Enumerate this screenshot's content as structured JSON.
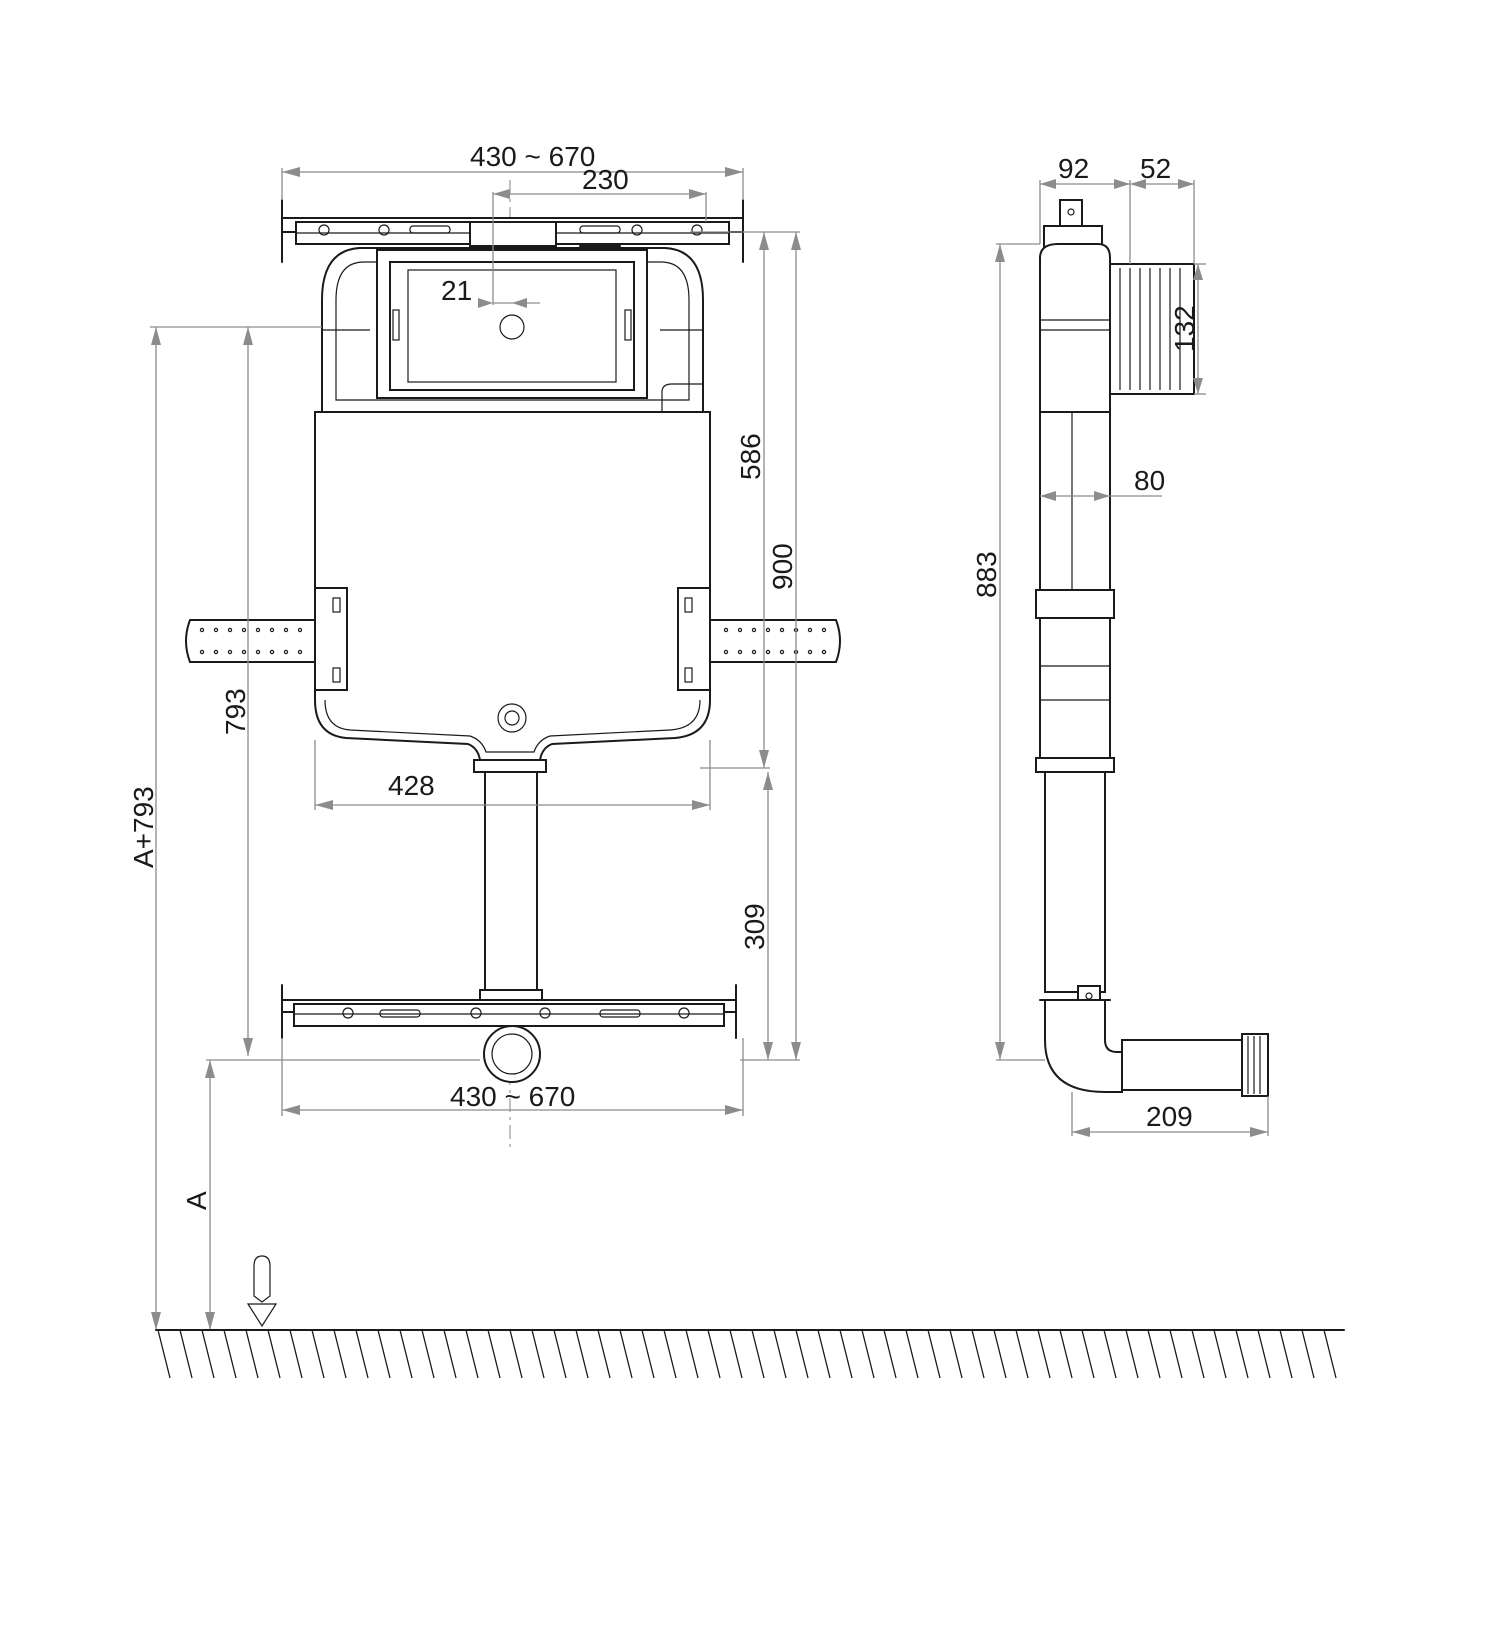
{
  "dimensions": {
    "front_top_width": "430 ~ 670",
    "bracket_spacing": "230",
    "outlet_offset": "21",
    "height_586": "586",
    "height_900": "900",
    "height_793": "793",
    "tank_width": "428",
    "height_309": "309",
    "front_bottom_width": "430 ~ 670",
    "floor_to_top": "A+793",
    "floor_offset": "A",
    "side_depth_92": "92",
    "side_depth_52": "52",
    "flange_height": "132",
    "pipe_width": "80",
    "side_height": "883",
    "elbow_length": "209"
  }
}
